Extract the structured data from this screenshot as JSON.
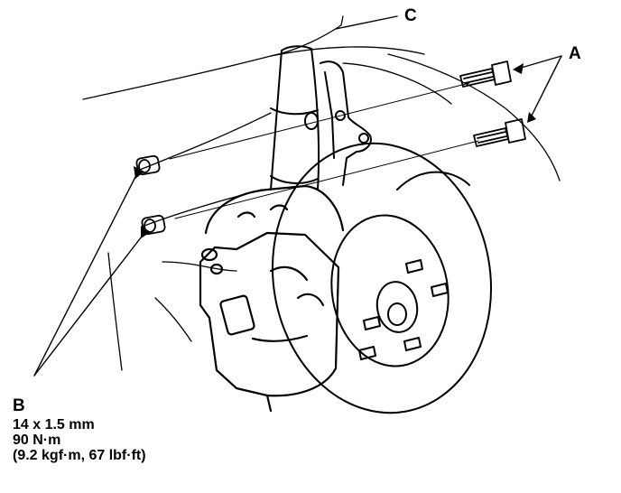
{
  "callouts": {
    "a": "A",
    "b": "B",
    "c": "C"
  },
  "spec": {
    "size": "14 x 1.5 mm",
    "torque_nm": "90 N·m",
    "torque_alt": "(9.2 kgf·m, 67 lbf·ft)"
  }
}
